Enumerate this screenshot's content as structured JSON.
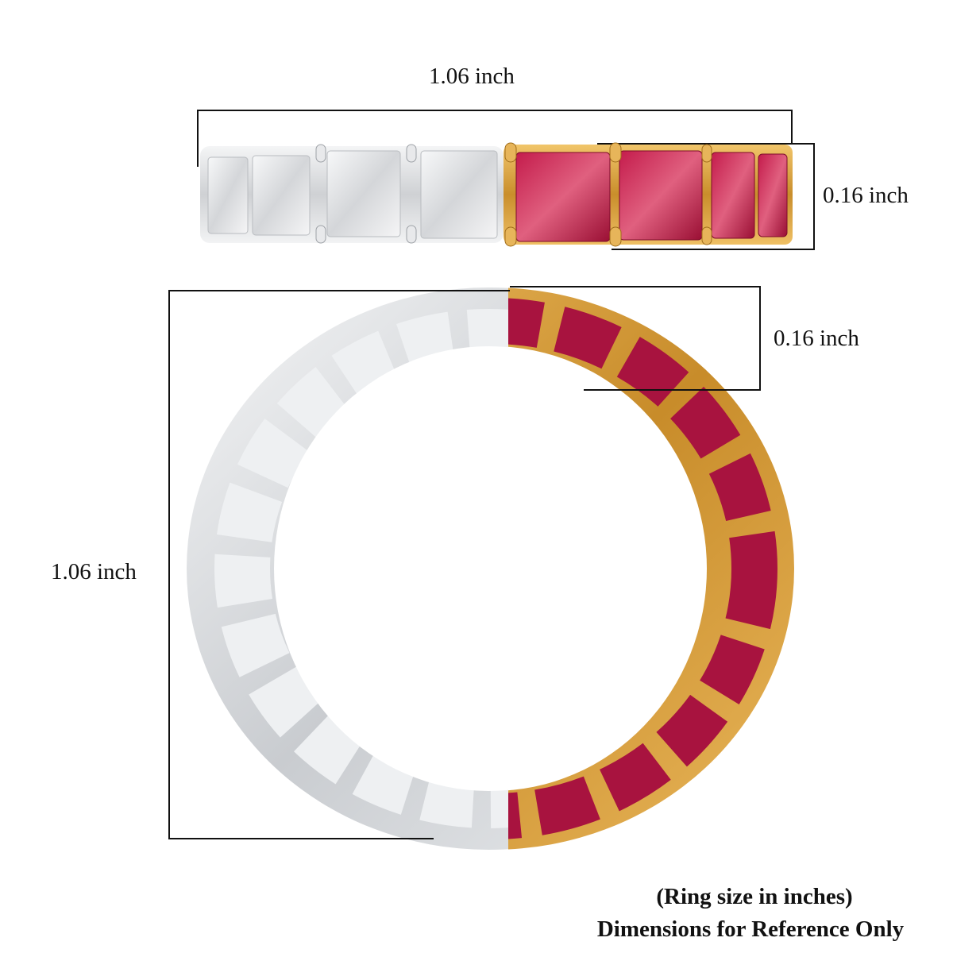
{
  "top_view": {
    "width_label": "1.06 inch",
    "height_label": "0.16 inch"
  },
  "ring_view": {
    "height_label": "1.06 inch",
    "band_width_label": "0.16 inch"
  },
  "footer": {
    "line1": "(Ring size in inches)",
    "line2": "Dimensions for Reference Only"
  },
  "colors": {
    "silver_metal": "#d9dadc",
    "gold_metal": "#d9a441",
    "ruby": "#b0153f",
    "white_stone": "#eef0f2",
    "dimension_line": "#111111"
  }
}
